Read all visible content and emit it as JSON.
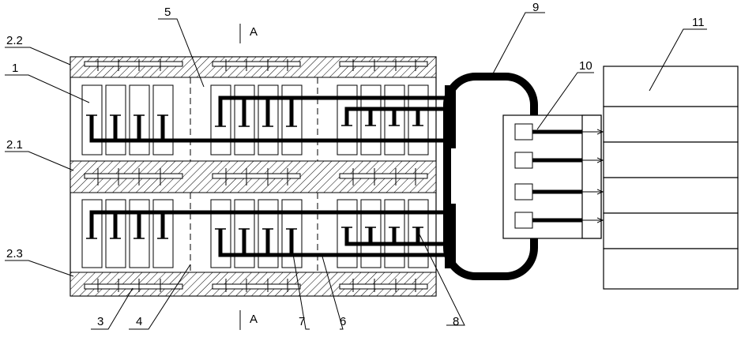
{
  "section_label": "A",
  "callouts": {
    "c1": "1",
    "c2_1": "2.1",
    "c2_2": "2.2",
    "c2_3": "2.3",
    "c3": "3",
    "c4": "4",
    "c5": "5",
    "c6": "6",
    "c7": "7",
    "c8": "8",
    "c9": "9",
    "c10": "10",
    "c11": "11"
  }
}
